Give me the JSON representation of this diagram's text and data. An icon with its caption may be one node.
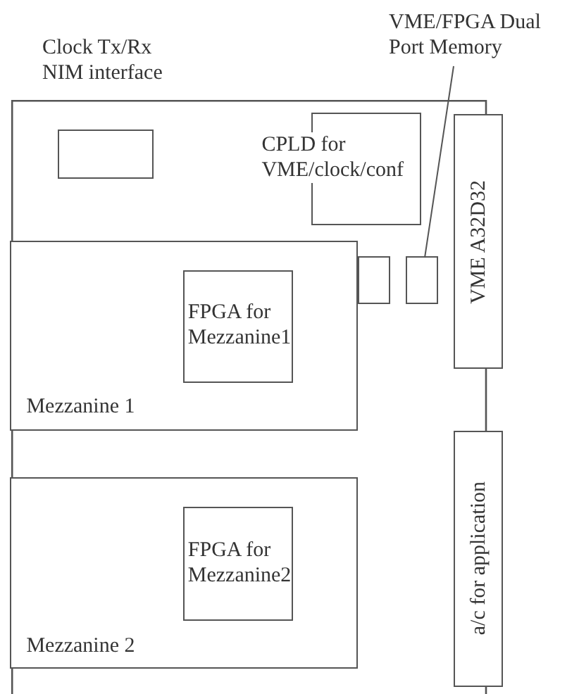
{
  "diagram": {
    "nodes": [
      {
        "text": [
          "VME/FPGA Dual Port Memory"
        ]
      },
      {
        "text": [],
        "shape": "box"
      },
      {
        "text": [],
        "shape": "box",
        "in": 1
      },
      {
        "text": [
          "CPLD for VME/clock/conf"
        ],
        "in": 1
      },
      {
        "text": [
          "Mezzanine 1"
        ],
        "in": 1
      },
      {
        "text": [
          "FPGA for Mezzanine1"
        ],
        "in": 4
      },
      {
        "text": [],
        "shape": "box",
        "in": 1
      },
      {
        "text": [],
        "shape": "box",
        "in": 1
      },
      {
        "text": [
          "VME A32D32"
        ]
      },
      {
        "text": [
          "Mezzanine 2"
        ],
        "in": 1
      },
      {
        "text": [
          "FPGA for Mezzanine2"
        ],
        "in": 9
      },
      {
        "text": [
          "a/c for application"
        ]
      }
    ],
    "edges": [
      {
        "from": 0,
        "to": 7,
        "arrow": "none"
      }
    ],
    "labels": [
      "Clock Tx/Rx NIM interface"
    ]
  }
}
